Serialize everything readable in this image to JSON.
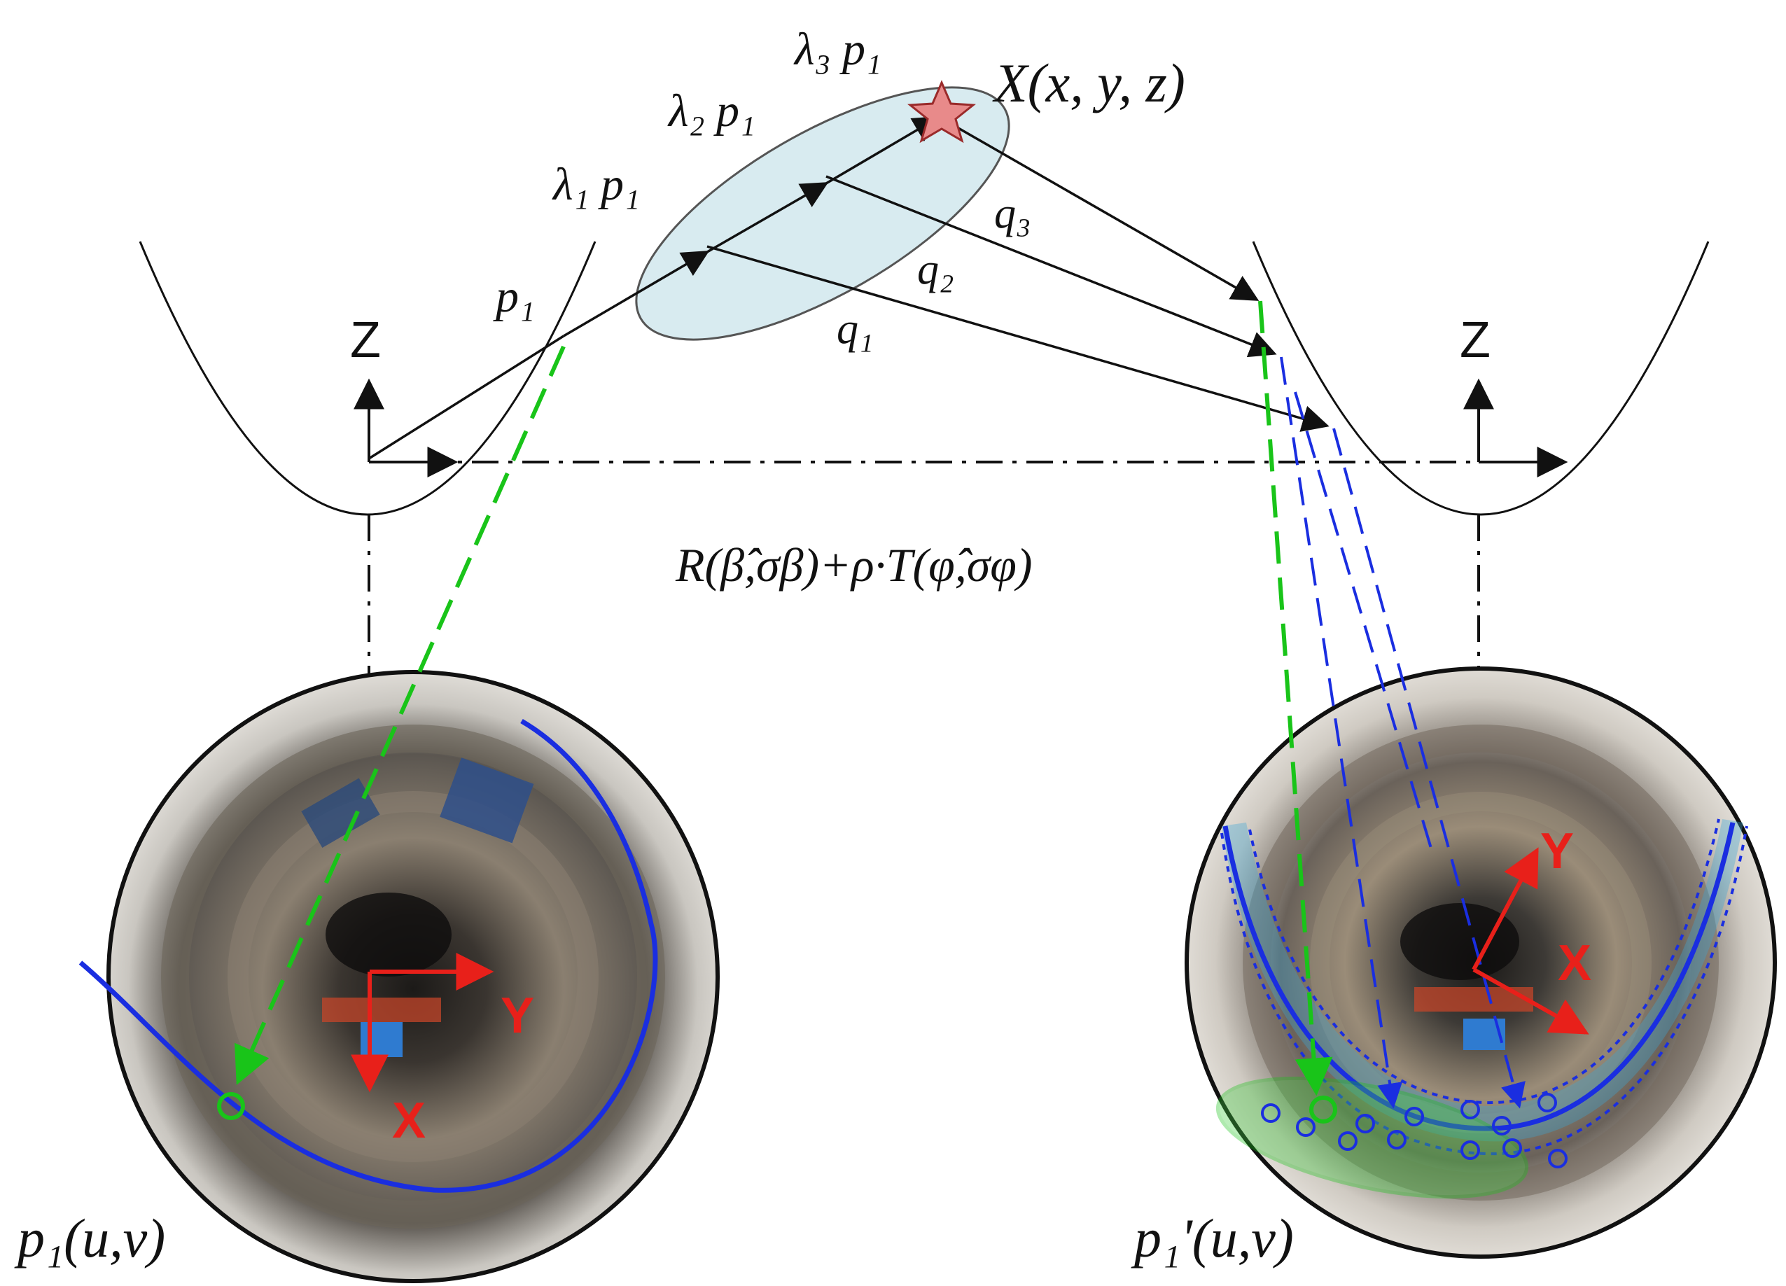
{
  "labels": {
    "point_X": "X(x, y, z)",
    "lambda3": "λ₃ p₁",
    "lambda2": "λ₂ p₁",
    "lambda1": "λ₁ p₁",
    "p1": "p₁",
    "q1": "q₁",
    "q2": "q₂",
    "q3": "q₃",
    "transform": "R(β̂,σβ)+ρ·T(φ̂,σφ)",
    "p1_uv": "p₁(u,v)",
    "p1prime_uv": "p₁'(u,v)"
  },
  "axes": {
    "left_z": "Z",
    "right_z": "Z",
    "left_img_x": "X",
    "left_img_y": "Y",
    "right_img_x": "X",
    "right_img_y": "Y"
  },
  "colors": {
    "ellipse_fill": "#d8ebf0",
    "green": "#19c419",
    "blue": "#1a2ee0",
    "red_axes": "#e8201a",
    "star": "#e88a8a"
  }
}
